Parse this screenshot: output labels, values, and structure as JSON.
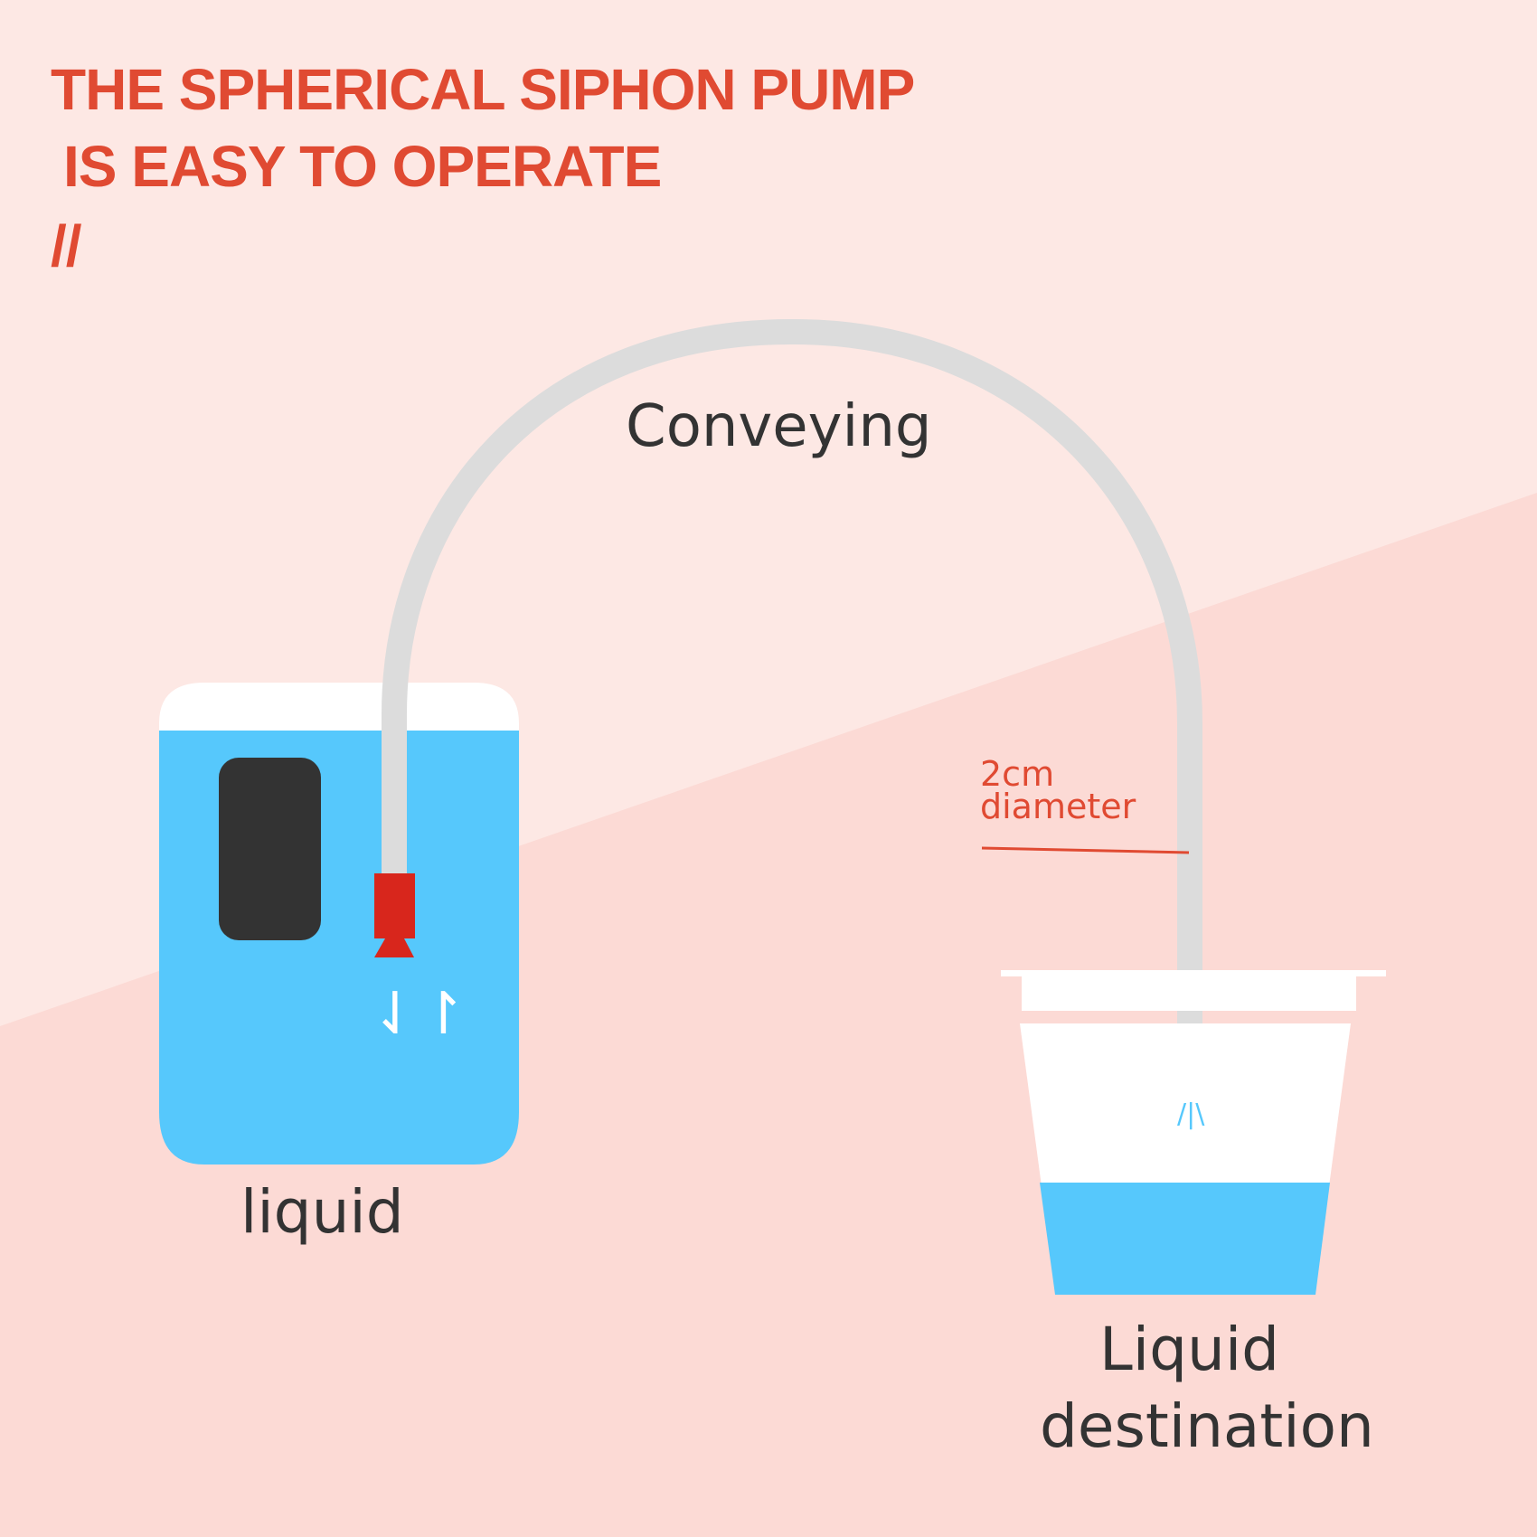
{
  "title": {
    "line1": "THE SPHERICAL SIPHON PUMP",
    "line2": "IS EASY TO OPERATE",
    "slashes": "//"
  },
  "labels": {
    "conveying": "Conveying",
    "source": "liquid",
    "destination_line1": "Liquid",
    "destination_line2": "destination",
    "tube_size_line1": "2cm",
    "tube_size_line2": "diameter"
  },
  "icons": {
    "flow_arrows": "flow-arrows-icon",
    "spray": "spray-icon"
  },
  "colors": {
    "accent_red": "#e04a32",
    "background_light": "#fde8e4",
    "background_dark": "#fcdad5",
    "liquid_blue": "#56c8fc",
    "tube_gray": "#dcdcdc",
    "text_dark": "#333333",
    "valve_red": "#d8261c",
    "panel_dark": "#333333"
  }
}
